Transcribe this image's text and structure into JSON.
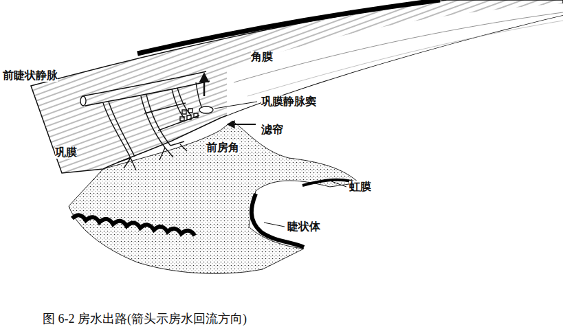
{
  "diagram": {
    "caption": "图 6-2 房水出路(箭头示房水回流方向)",
    "labels": [
      "角膜",
      "前睫状静脉",
      "巩膜静脉窦",
      "滤帘",
      "前房角",
      "巩膜",
      "虹膜",
      "睫状体"
    ]
  }
}
